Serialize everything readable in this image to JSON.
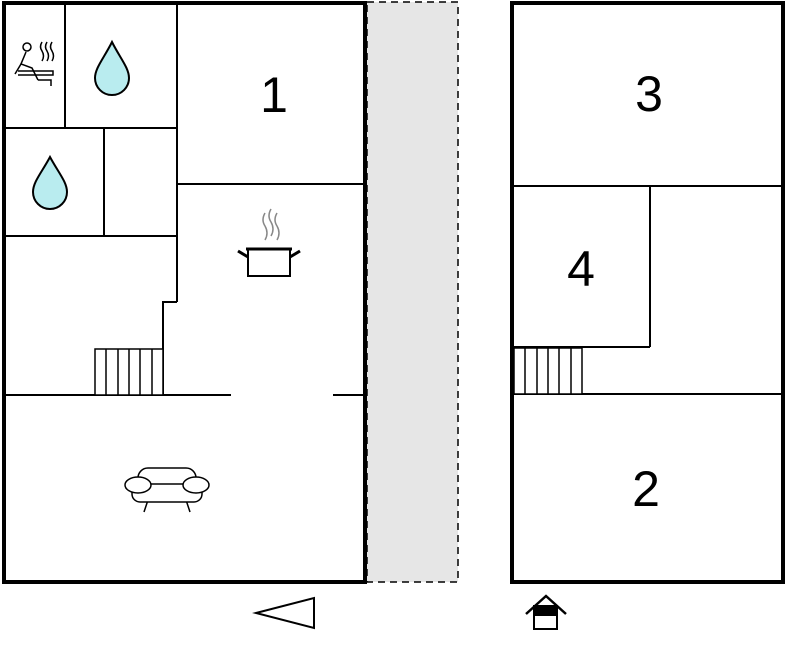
{
  "floorplan": {
    "rooms": [
      {
        "id": "r1",
        "label": "1"
      },
      {
        "id": "r2",
        "label": "2"
      },
      {
        "id": "r3",
        "label": "3"
      },
      {
        "id": "r4",
        "label": "4"
      }
    ],
    "icons": {
      "sauna": "sauna-icon",
      "water_drop": "water-drop-icon",
      "cooking_pot": "cooking-pot-icon",
      "sofa": "sofa-icon",
      "stairs": "stairs-icon",
      "entrance_arrow": "entrance-arrow-icon",
      "house_entrance": "house-entrance-icon"
    },
    "colors": {
      "wall": "#000000",
      "water": "#b9ecef",
      "walkway": "#e6e6e6"
    }
  }
}
